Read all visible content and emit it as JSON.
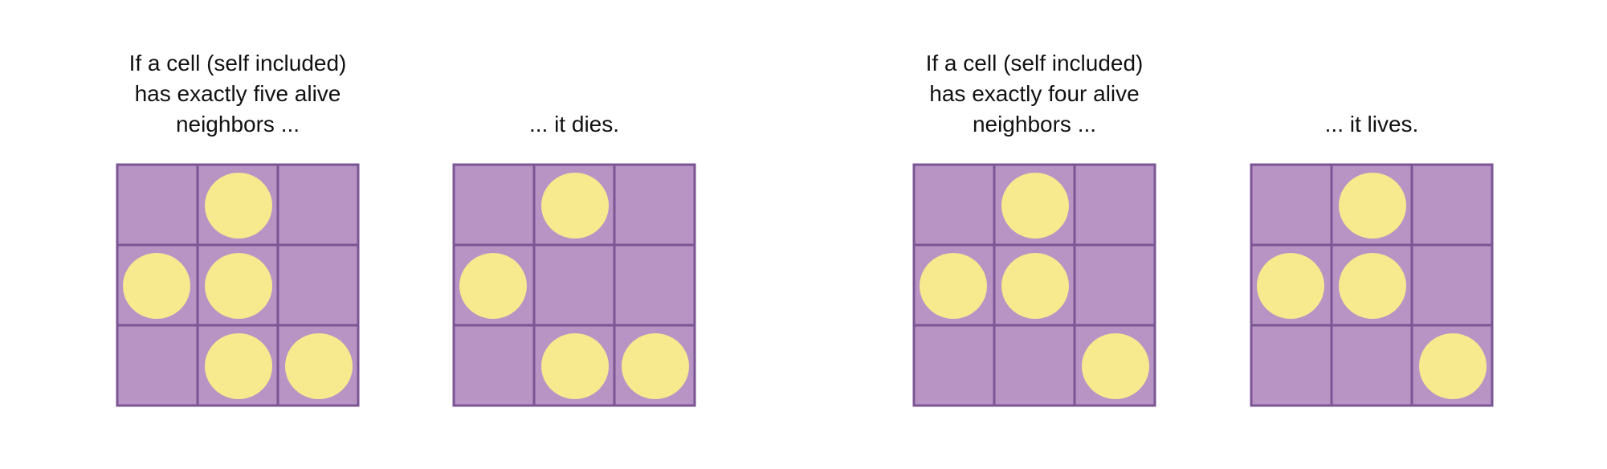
{
  "colors": {
    "cell_fill": "#b794c4",
    "cell_border": "#7b5594",
    "alive": "#f6e98e",
    "text": "#111111"
  },
  "panels": [
    {
      "caption": "If a cell (self included)\nhas exactly five alive\nneighbors ...",
      "alive": [
        [
          0,
          1,
          0
        ],
        [
          1,
          1,
          0
        ],
        [
          0,
          1,
          1
        ]
      ]
    },
    {
      "caption": "... it dies.",
      "alive": [
        [
          0,
          1,
          0
        ],
        [
          1,
          0,
          0
        ],
        [
          0,
          1,
          1
        ]
      ]
    },
    {
      "caption": "If a cell (self included)\nhas exactly four alive\nneighbors ...",
      "alive": [
        [
          0,
          1,
          0
        ],
        [
          1,
          1,
          0
        ],
        [
          0,
          0,
          1
        ]
      ]
    },
    {
      "caption": "... it lives.",
      "alive": [
        [
          0,
          1,
          0
        ],
        [
          1,
          1,
          0
        ],
        [
          0,
          0,
          1
        ]
      ]
    }
  ]
}
